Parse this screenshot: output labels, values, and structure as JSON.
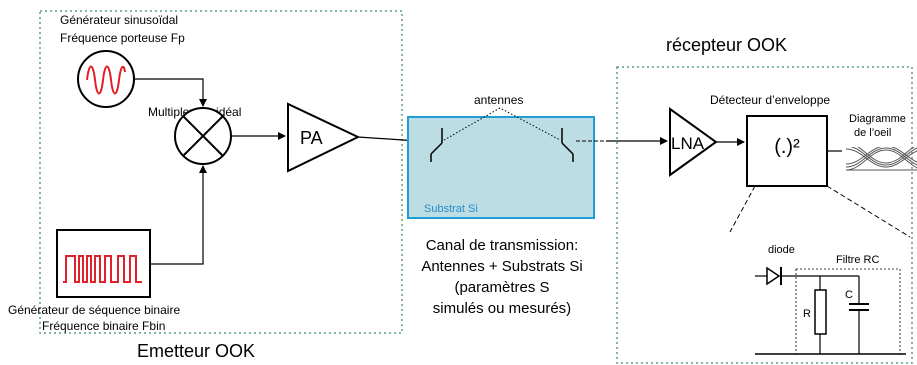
{
  "colors": {
    "dashed_border": "#5f9e84",
    "substrate_fill": "#bcdde3",
    "substrate_border": "#1f9ed6",
    "substrate_text": "#2a8dc7",
    "signal_red": "#e0202a",
    "line": "#000000"
  },
  "emitter": {
    "title": "Emetteur OOK",
    "sine_generator_line1": "Générateur sinusoïdal",
    "sine_generator_line2": "Fréquence porteuse Fp",
    "multiplexer_label": "Multiplexeur  idéal",
    "binary_generator_line1": "Générateur de séquence binaire",
    "binary_generator_line2": "Fréquence binaire Fbin",
    "amplifier_label": "PA"
  },
  "channel": {
    "antennas_label": "antennes",
    "substrate_label": "Substrat Si",
    "caption_lines": [
      "Canal de transmission:",
      "Antennes + Substrats Si",
      "(paramètres S",
      "simulés ou mesurés)"
    ]
  },
  "receiver": {
    "title": "récepteur OOK",
    "lna_label": "LNA",
    "detector_title": "Détecteur d’enveloppe",
    "square_label": "(.)²",
    "eye_diagram_line1": "Diagramme",
    "eye_diagram_line2": "de l’oeil",
    "diode_label": "diode",
    "rc_filter_label": "Filtre RC",
    "resistor_label": "R",
    "capacitor_label": "C"
  }
}
